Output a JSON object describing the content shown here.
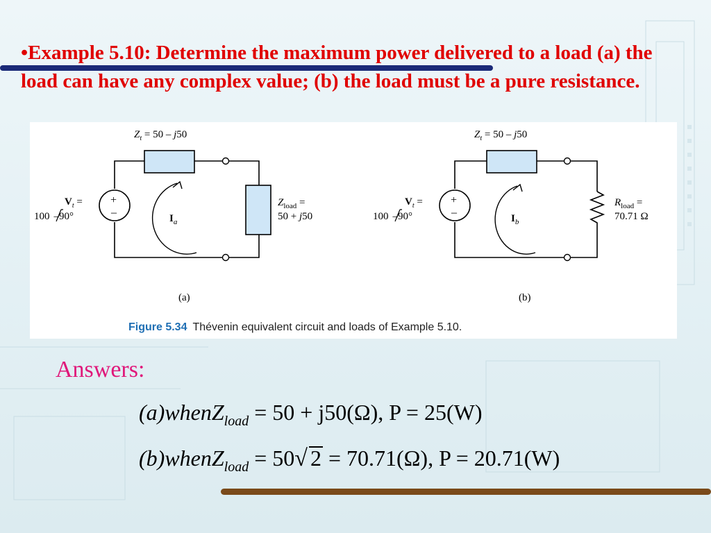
{
  "slide": {
    "title": "•Example 5.10: Determine the maximum power delivered to a load (a) the load can have any complex value; (b) the load must be a pure resistance.",
    "answers_label": "Answers:"
  },
  "figure": {
    "caption_label": "Figure 5.34",
    "caption_text": "Thévenin equivalent circuit and loads of Example 5.10.",
    "circuit_a": {
      "zt_label": "Z",
      "zt_sub": "t",
      "zt_value": " = 50 – ",
      "zt_j": "j",
      "zt_num": "50",
      "vt_label": "V",
      "vt_sub": "t",
      "vt_eq": " =",
      "vt_value": "100",
      "vt_angle": "–90°",
      "current_label": "I",
      "current_sub": "a",
      "load_label": "Z",
      "load_sub": "load",
      "load_eq": " =",
      "load_value": "50 + ",
      "load_j": "j",
      "load_num": "50",
      "panel_label": "(a)"
    },
    "circuit_b": {
      "zt_label": "Z",
      "zt_sub": "t",
      "zt_value": " = 50 – ",
      "zt_j": "j",
      "zt_num": "50",
      "vt_label": "V",
      "vt_sub": "t",
      "vt_eq": " =",
      "vt_value": "100",
      "vt_angle": "–90°",
      "current_label": "I",
      "current_sub": "b",
      "load_label": "R",
      "load_sub": "load",
      "load_eq": " =",
      "load_value": "70.71 Ω",
      "panel_label": "(b)"
    }
  },
  "equations": {
    "eq1": {
      "prefix": "(a)whenZ",
      "sub": "load",
      "rest": " = 50 + j50(Ω), P = 25(W)"
    },
    "eq2": {
      "prefix": "(b)whenZ",
      "sub": "load",
      "mid": " = 50",
      "root": "2",
      "rest": " = 70.71(Ω), P = 20.71(W)"
    }
  },
  "colors": {
    "title": "#e00000",
    "answers": "#e0187a",
    "top_bar": "#1b2a78",
    "bottom_bar": "#7a4a1a",
    "box_fill": "#cfe6f7",
    "caption_accent": "#1f6fb4"
  }
}
